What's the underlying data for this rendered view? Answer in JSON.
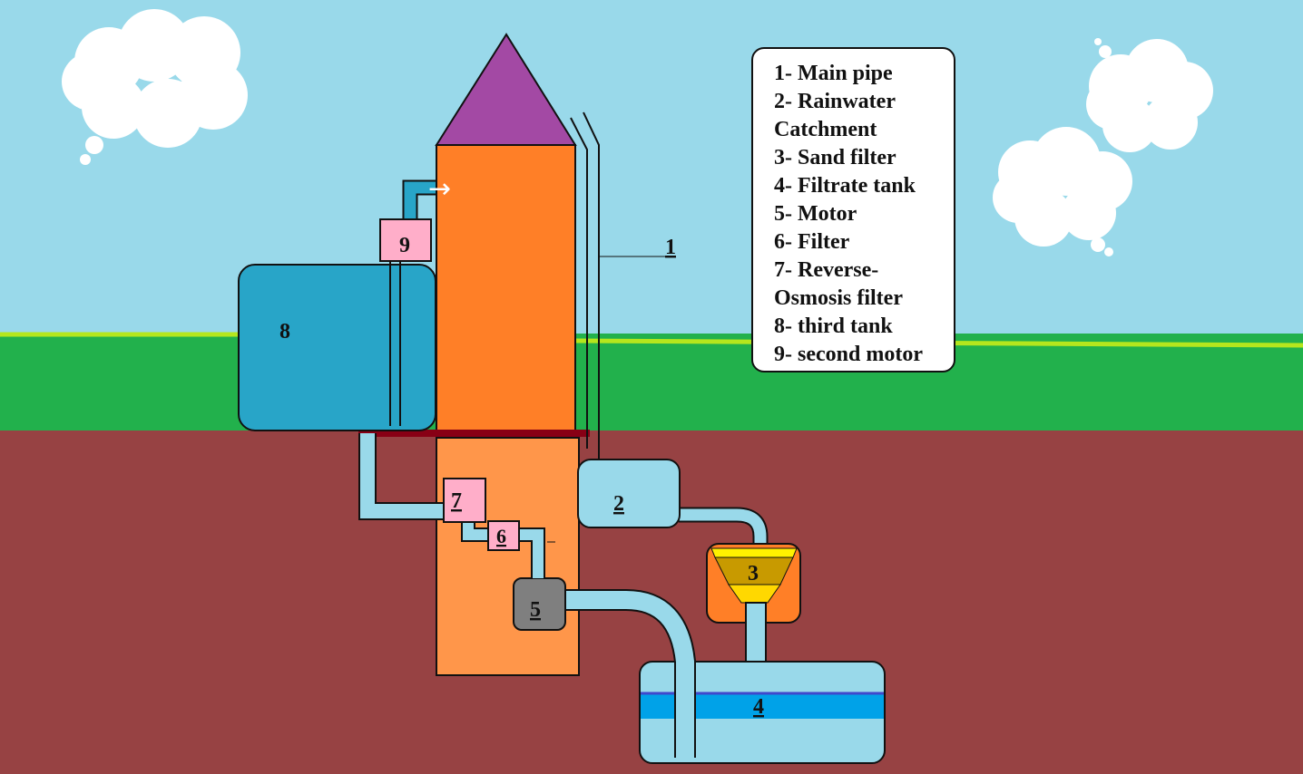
{
  "diagram": {
    "labels": {
      "main_pipe": "1",
      "rain_catchment": "2",
      "sand_filter": "3",
      "filtrate_tank": "4",
      "motor": "5",
      "filter": "6",
      "ro_filter": "7",
      "third_tank": "8",
      "second_motor": "9"
    },
    "arrow_glyph": "→"
  },
  "legend": {
    "items": [
      "1- Main pipe",
      "2- Rainwater",
      "Catchment",
      "3- Sand filter",
      "4- Filtrate tank",
      "5- Motor",
      "6- Filter",
      "7- Reverse-",
      "Osmosis filter",
      "8- third tank",
      "9- second motor"
    ]
  },
  "colors": {
    "sky": "#99d9ea",
    "grass": "#22b14c",
    "grass_edge": "#b5e61d",
    "ground": "#974243",
    "building": "#ff7f27",
    "basement": "#ff964a",
    "roof": "#a349a4",
    "pipe": "#99d9ea",
    "tank_third": "#28a5c8",
    "motor_box": "#ffaec9",
    "motor": "#7f7f7f",
    "water": "#00a2e8",
    "sand_dark": "#c89a00",
    "sand_light": "#ffd800"
  }
}
